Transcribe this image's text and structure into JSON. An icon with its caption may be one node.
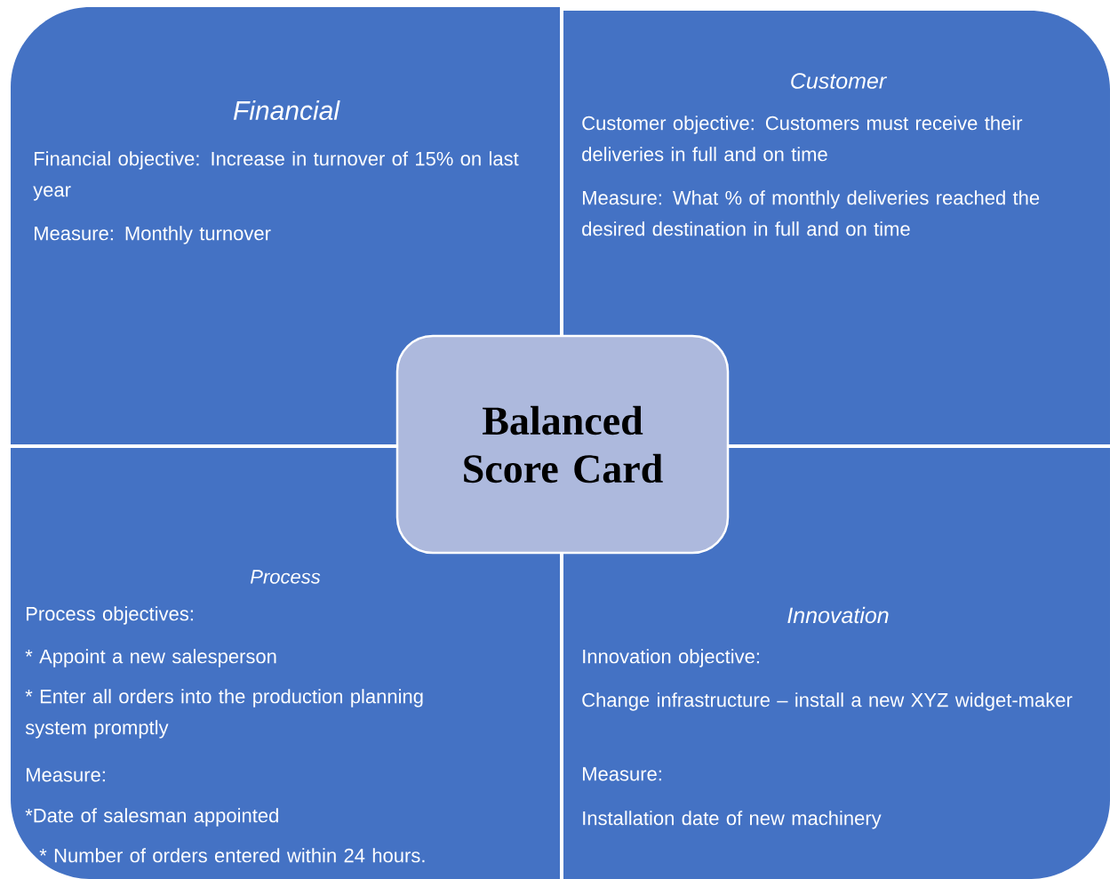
{
  "diagram": {
    "nodes": [
      {
        "text": [
          "Financial",
          "Financial objective: Increase in turnover of 15% on last year",
          "Measure: Monthly turnover"
        ]
      },
      {
        "text": [
          "Customer",
          "Customer objective: Customers must receive their deliveries in full and on time",
          "Measure: What % of monthly deliveries reached the desired destination in full and on time"
        ]
      },
      {
        "text": [
          "Process",
          "Process objectives:",
          "* Appoint a new salesperson",
          "* Enter all orders into the production planning system promptly",
          "Measure:",
          "*Date of salesman appointed",
          "* Number of orders entered within 24 hours."
        ]
      },
      {
        "text": [
          "Innovation",
          "Innovation objective:",
          "Change infrastructure – install a new XYZ widget-maker",
          "Measure:",
          "Installation date of new machinery"
        ]
      },
      {
        "text": [
          "Balanced Score Card"
        ]
      }
    ],
    "edges": []
  }
}
